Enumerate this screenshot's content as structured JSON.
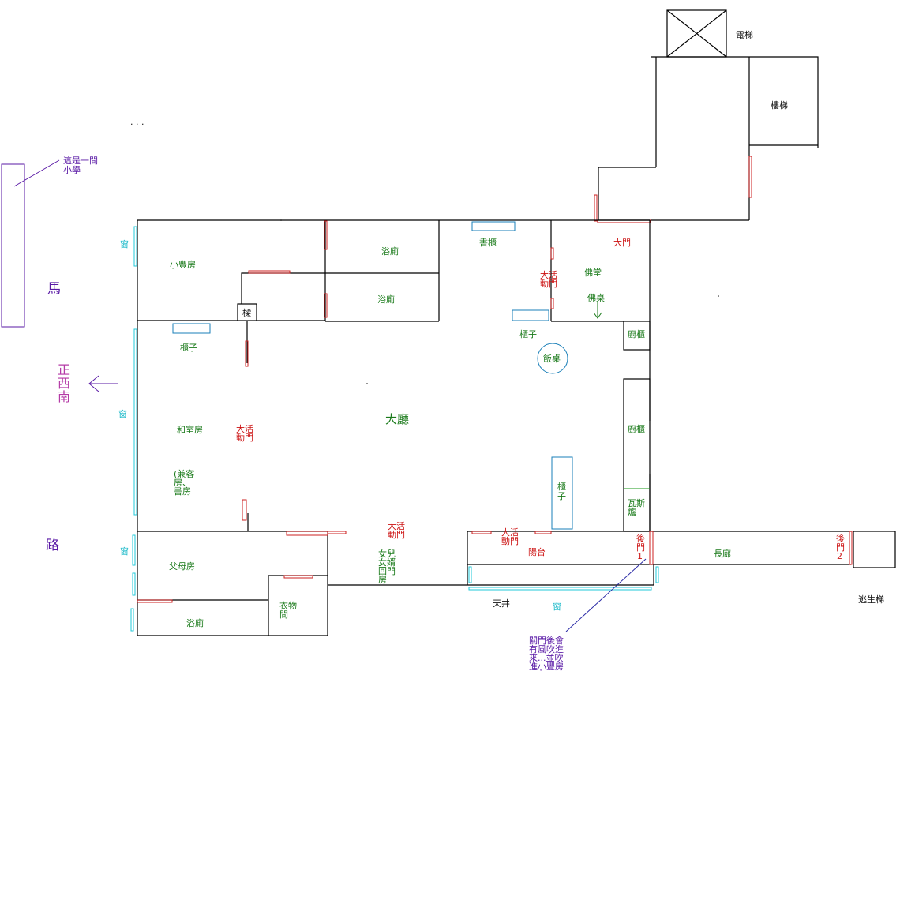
{
  "labels": {
    "elevator": "電梯",
    "stairs": "樓梯",
    "school_note": [
      "這是一間",
      "小學"
    ],
    "road_ma": "馬",
    "road_lu": "路",
    "direction": [
      "正",
      "西",
      "南"
    ],
    "window": "窗",
    "xiaofeng_room": "小豐房",
    "bath_top_1": "浴廁",
    "bath_top_2": "浴廁",
    "bookcase": "書櫃",
    "main_door": "大門",
    "buddha_room": "佛堂",
    "buddha_table": "佛桌",
    "sliding_door": [
      "大活",
      "動門"
    ],
    "beam": "樑",
    "cabinet": "櫃子",
    "cabinet_vertical": [
      "櫃",
      "子"
    ],
    "dining_table": "飯桌",
    "kitchen_cabinet": "廚櫃",
    "living_room": "大廳",
    "tatami_room": "和室房",
    "guest_study": [
      "(兼客",
      "房、",
      "書房"
    ],
    "gas_stove": [
      "瓦斯",
      "爐"
    ],
    "parents_room": "父母房",
    "daughter_room": [
      "女兒",
      "女婿",
      "回門",
      "房"
    ],
    "balcony": "陽台",
    "back_door_1": [
      "後",
      "門",
      "1"
    ],
    "back_door_2": [
      "後",
      "門",
      "2"
    ],
    "corridor": "長廊",
    "closet": [
      "衣物",
      "間"
    ],
    "bath_bottom": "浴廁",
    "patio": "天井",
    "escape_stairs": "逃生梯",
    "wind_note": [
      "關門後會",
      "有風吹進",
      "來...並吹",
      "進小豐房"
    ],
    "dots": ". . ."
  },
  "colors": {
    "room_text": "#1a7a1a",
    "door": "#cc2222",
    "note": "#5a1aa6",
    "window": "#22c8d8",
    "furniture": "#1a7fb8"
  }
}
